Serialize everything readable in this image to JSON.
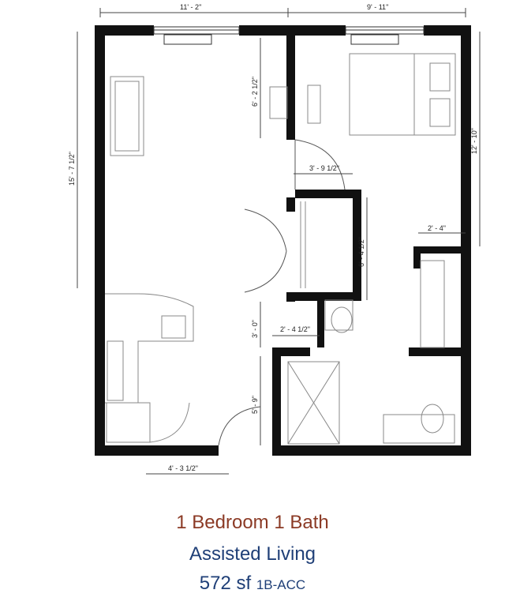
{
  "dimensions": {
    "top_left_width": "11' - 2\"",
    "top_right_width": "9' - 11\"",
    "left_height": "15' - 7 1/2\"",
    "right_height": "12' - 10\"",
    "closet_wall": "6' - 2 1/2\"",
    "door_opening": "3' - 9 1/2\"",
    "closet_depth": "6' - 4 1/2\"",
    "wardrobe_width": "2' - 4\"",
    "hall_depth": "3' - 0\"",
    "bath_door": "2' - 4 1/2\"",
    "bath_height": "5' - 9\"",
    "entry_width": "4' - 3 1/2\""
  },
  "caption": {
    "title": "1 Bedroom 1 Bath",
    "type": "Assisted Living",
    "size": "572 sf",
    "code": "1B-ACC"
  },
  "colors": {
    "title": "#8b3a25",
    "subtitle": "#1f3f77",
    "wall": "#111111"
  }
}
